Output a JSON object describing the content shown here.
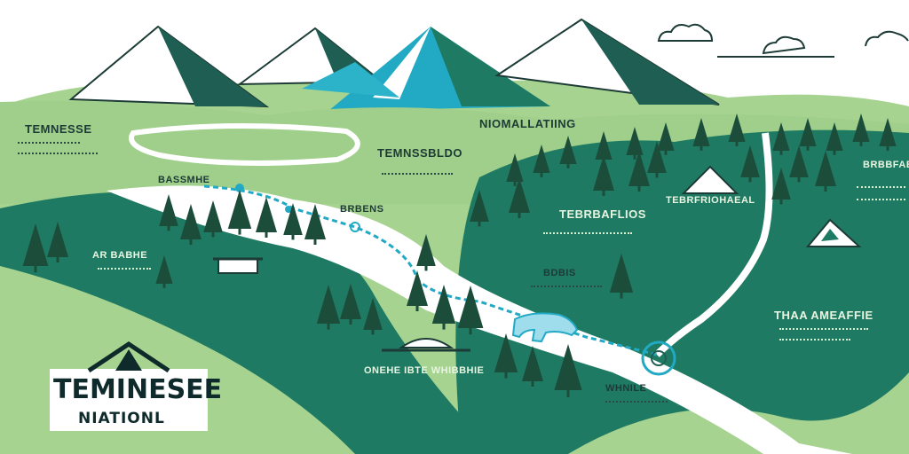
{
  "colors": {
    "meadow": "#9fcf8a",
    "forest": "#1f7a63",
    "river": "#22a9c4",
    "pine": "#1c4d3a",
    "ink": "#1d3b36"
  },
  "labels": {
    "region_top_left": "TEMNESSE",
    "top_center": "NIOMALLATIING",
    "lake": "TEMNSSBLDO",
    "trail_start": "BASSMHE",
    "river_bend": "BRBENS",
    "forest_east": "TEBRBAFLIOS",
    "east_top": "TEBRFRIOHAEAL",
    "west_area": "AR BABHE",
    "south_mid": "BDBIS",
    "east_lower": "THAA AMEAFFIE",
    "cabin_south": "ONEHE IBTE WHIBBHIE",
    "wildlife": "WHNILE",
    "far_east": "BRBBFAE"
  },
  "logo": {
    "title": "TEMINESEE",
    "subtitle": "NIATIONL"
  },
  "icons": [
    "mountain-icon",
    "wolf-icon",
    "cabin-icon",
    "tent-icon",
    "target-marker-icon"
  ]
}
